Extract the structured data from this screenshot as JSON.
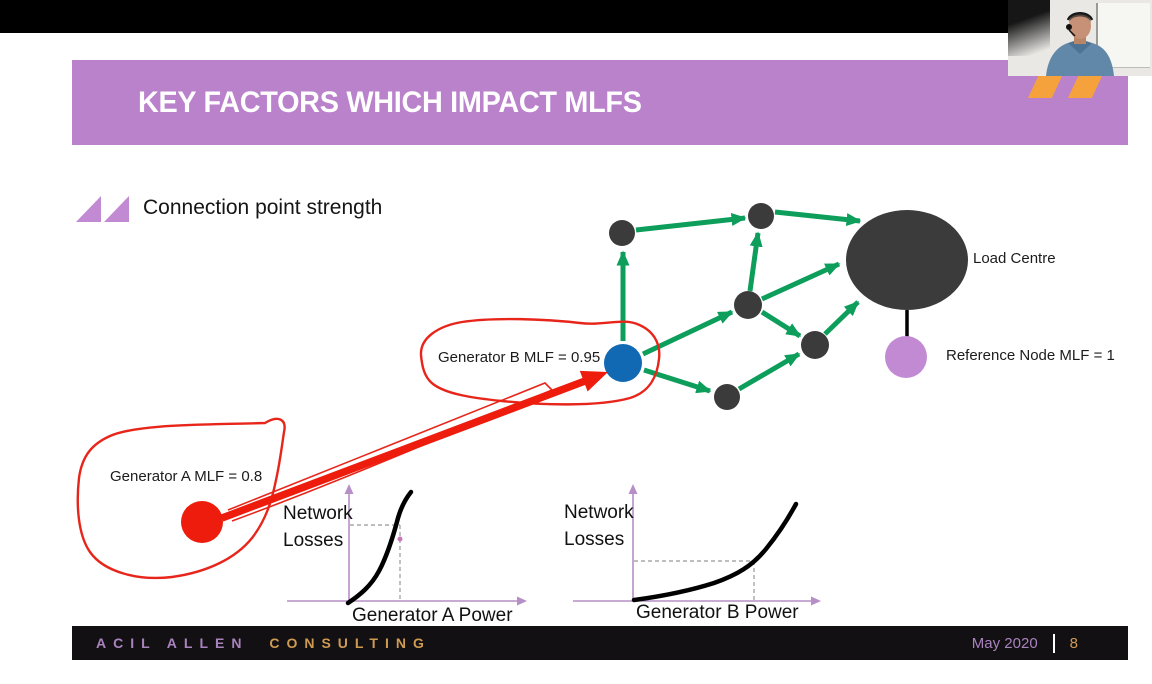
{
  "slide": {
    "title": "KEY FACTORS WHICH IMPACT MLFS",
    "section_heading": "Connection point strength"
  },
  "diagram": {
    "generator_a_label": "Generator A MLF = 0.8",
    "generator_b_label": "Generator B MLF = 0.95",
    "load_centre_label": "Load Centre",
    "reference_node_label": "Reference Node MLF = 1"
  },
  "charts": {
    "generator_a": {
      "ylabel": "Network\nLosses",
      "xlabel": "Generator A Power",
      "curve_shape": "steep convex rise; dashed operating point high on curve"
    },
    "generator_b": {
      "ylabel": "Network\nLosses",
      "xlabel": "Generator B Power",
      "curve_shape": "shallow convex rise; dashed operating point low on curve"
    }
  },
  "footer": {
    "brand_primary": "ACIL ALLEN",
    "brand_secondary": "CONSULTING",
    "date": "May 2020",
    "page_number": "8"
  },
  "colors": {
    "header_purple": "#ba82cb",
    "logo_orange": "#f6a23c",
    "network_green": "#0d9e5b",
    "node_dark": "#3b3b3b",
    "generator_a_red": "#ed1c0c",
    "generator_b_blue": "#1169b4",
    "reference_purple": "#c38ad4",
    "annotation_red": "#e8251a",
    "footer_purple": "#a983bd",
    "footer_orange": "#cf9b51"
  }
}
